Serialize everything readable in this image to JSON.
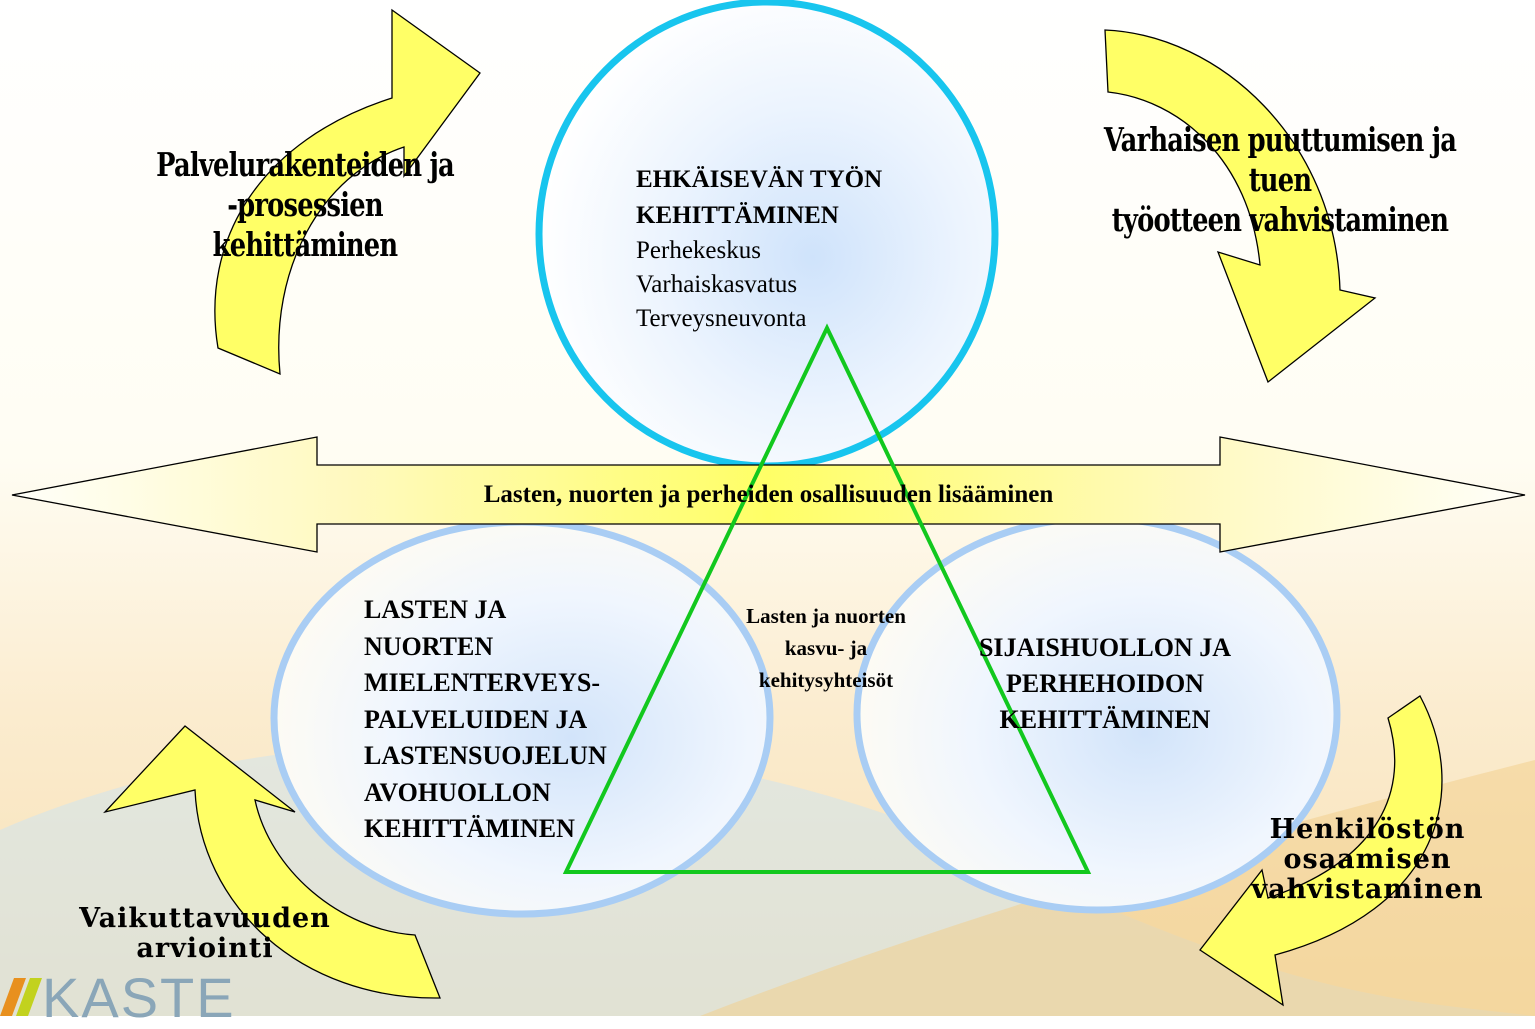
{
  "colors": {
    "arrow_fill": "#ffff66",
    "top_ellipse_stroke": "#18c5ee",
    "bottom_ellipse_stroke": "#a9cdf4",
    "triangle_stroke": "#12c81e",
    "band_fill": "#ffff66"
  },
  "corners": {
    "top_left": [
      "Palvelurakenteiden ja",
      "-prosessien kehittäminen"
    ],
    "top_right": [
      "Varhaisen puuttumisen ja tuen",
      "työotteen vahvistaminen"
    ],
    "bottom_left": [
      "Vaikuttavuuden",
      "arviointi"
    ],
    "bottom_right": [
      "Henkilöstön",
      "osaamisen",
      "vahvistaminen"
    ]
  },
  "top_circle": {
    "heading": [
      "EHKÄISEVÄN TYÖN",
      "KEHITTÄMINEN"
    ],
    "items": [
      "Perhekeskus",
      "Varhaiskasvatus",
      "Terveysneuvonta"
    ]
  },
  "band": {
    "label": "Lasten, nuorten ja perheiden osallisuuden lisääminen"
  },
  "left_circle": {
    "lines": [
      "LASTEN JA",
      "NUORTEN",
      "MIELENTERVEYS-",
      "PALVELUIDEN JA",
      "LASTENSUOJELUN",
      "AVOHUOLLON",
      "KEHITTÄMINEN"
    ]
  },
  "right_circle": {
    "lines": [
      "SIJAISHUOLLON JA",
      "PERHEHOIDON",
      "KEHITTÄMINEN"
    ]
  },
  "center": {
    "lines": [
      "Lasten ja nuorten",
      "kasvu- ja",
      "kehitysyhteisöt"
    ]
  },
  "logo": {
    "text": "KASTE"
  }
}
